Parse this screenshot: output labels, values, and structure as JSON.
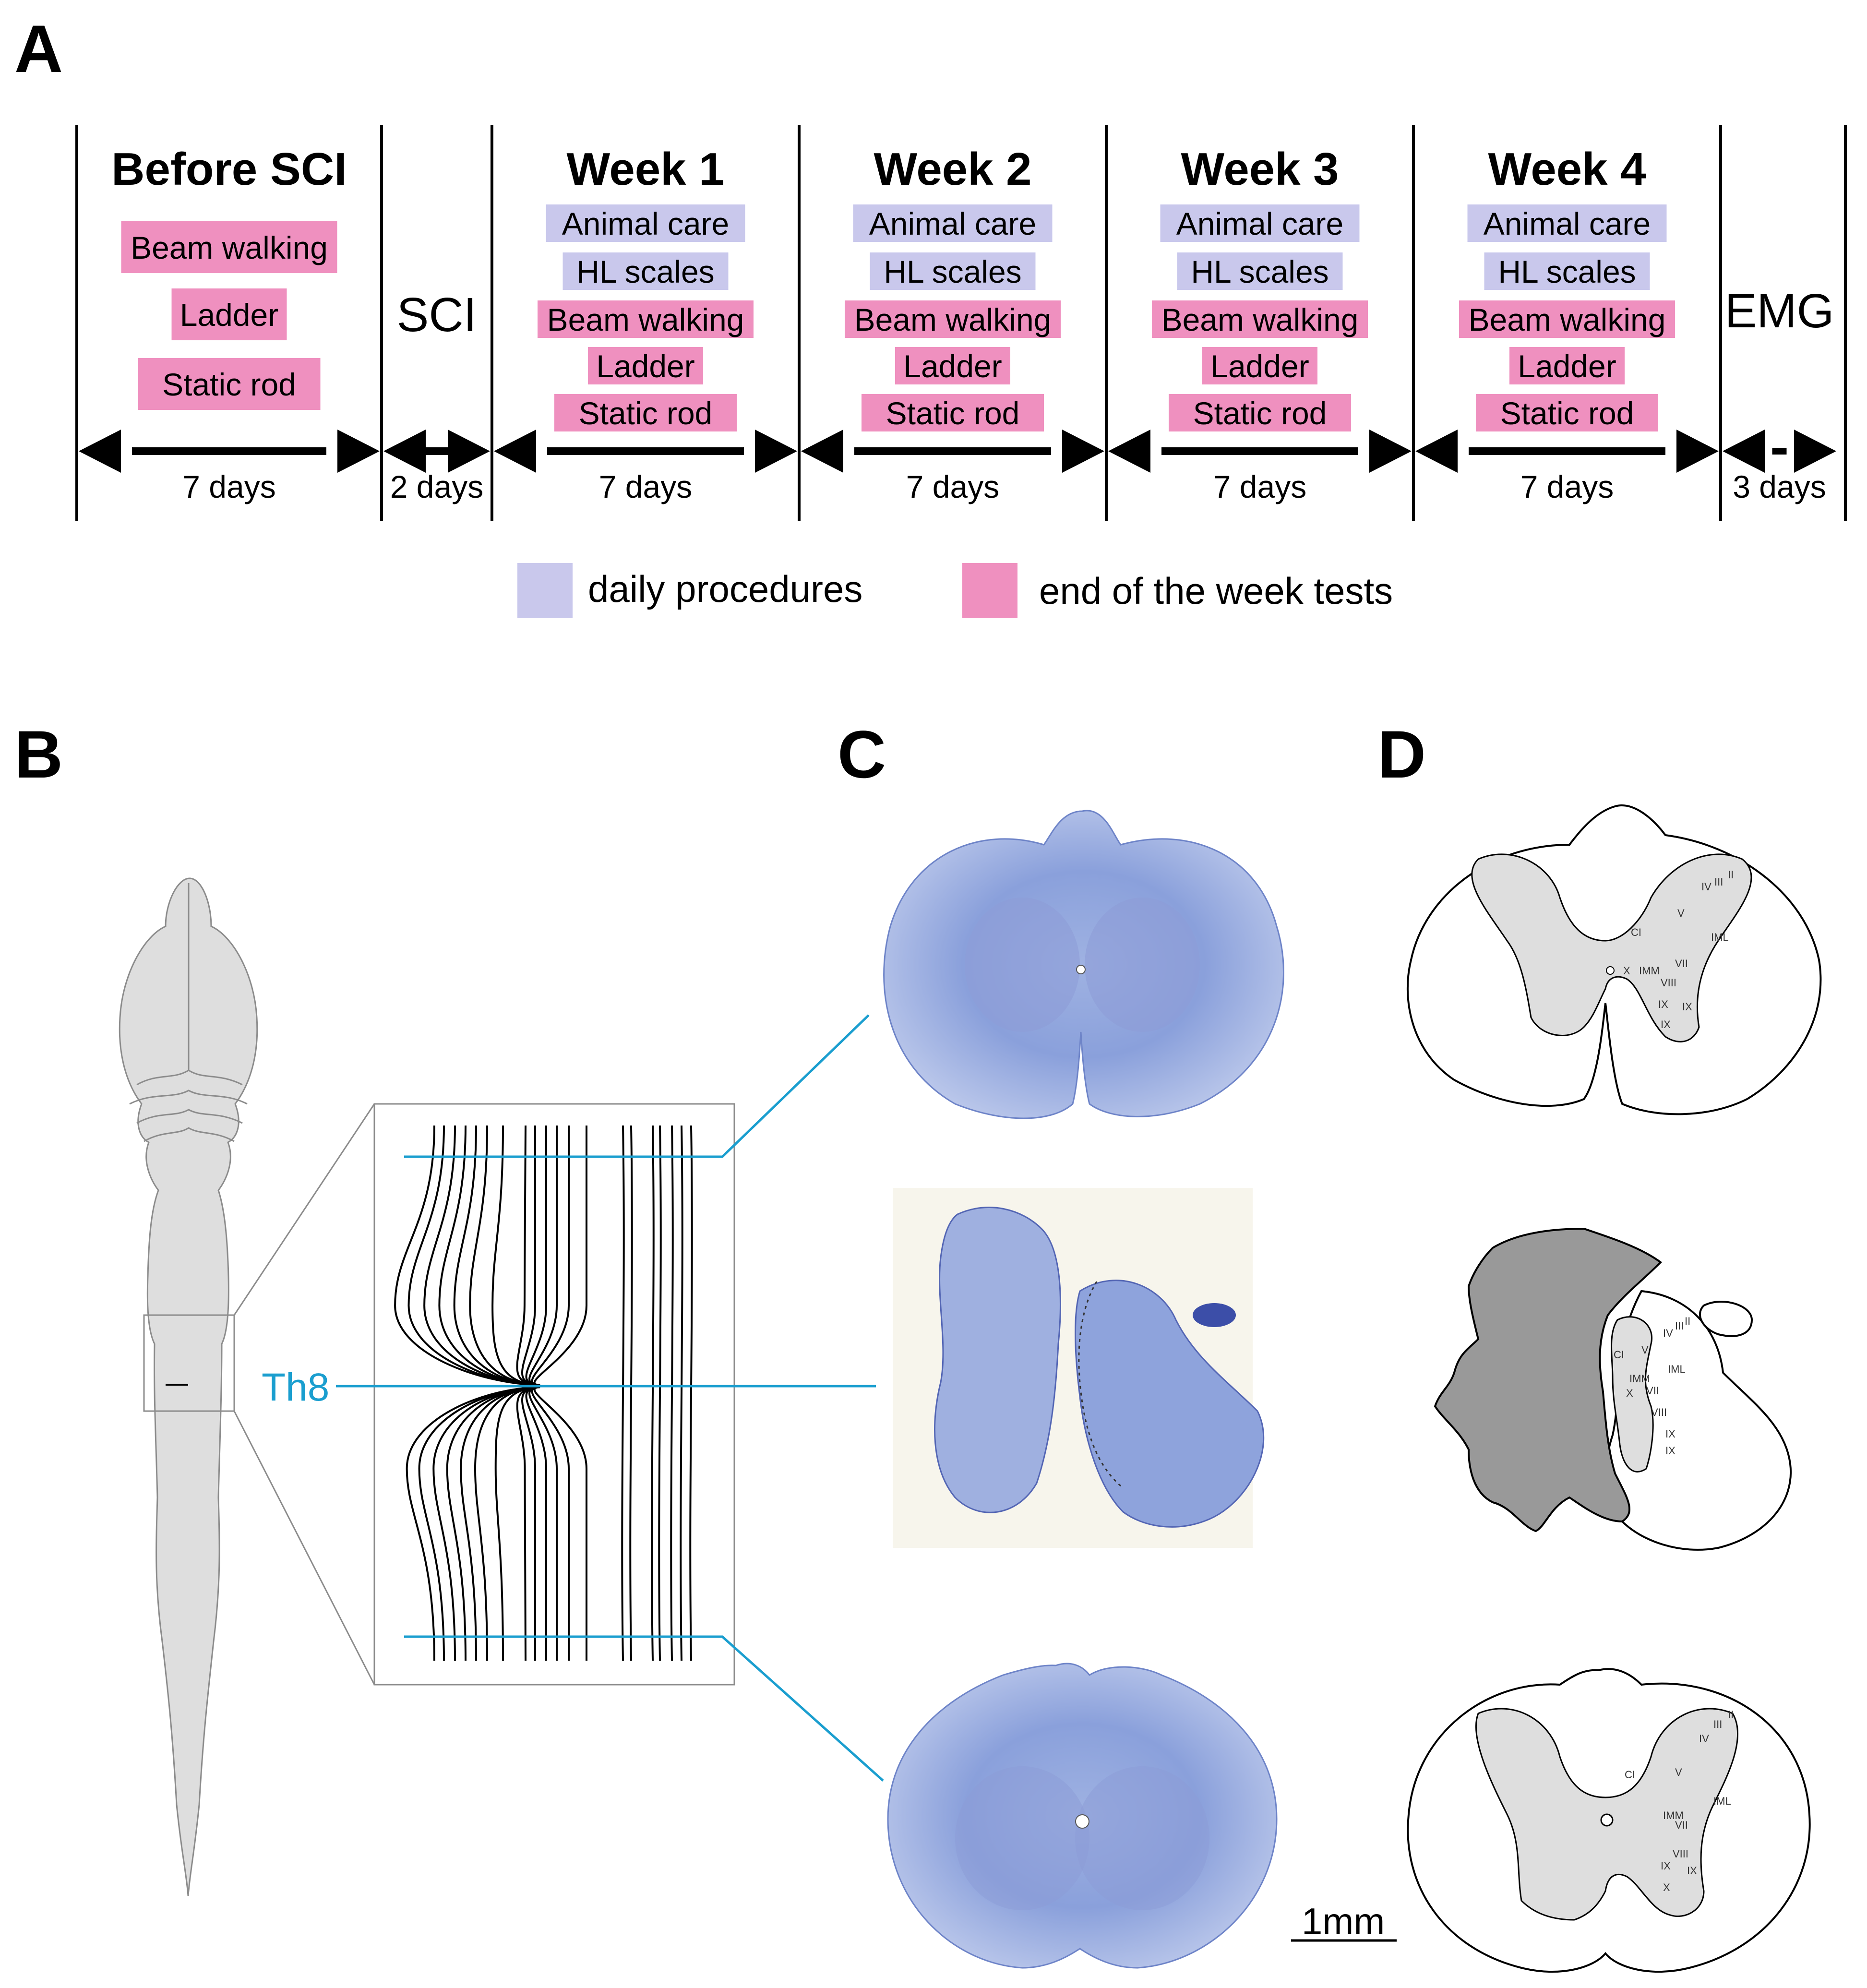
{
  "panels": {
    "a": "A",
    "b": "B",
    "c": "C",
    "d": "D"
  },
  "colors": {
    "daily": "#c9c8ec",
    "weekly": "#ef90bf",
    "marker": "#1a9ecf",
    "tissue": "#7b93d6",
    "grey_matter": "#dedede",
    "lesion": "#999999"
  },
  "timeline": {
    "columns": [
      {
        "header": "Before SCI",
        "items": [
          {
            "label": "Beam walking",
            "kind": "weekly"
          },
          {
            "label": "Ladder",
            "kind": "weekly"
          },
          {
            "label": "Static rod",
            "kind": "weekly"
          }
        ],
        "duration": "7 days"
      },
      {
        "header": "",
        "big_label": "SCI",
        "items": [],
        "duration": "2 days"
      },
      {
        "header": "Week 1",
        "items": [
          {
            "label": "Animal care",
            "kind": "daily"
          },
          {
            "label": "HL scales",
            "kind": "daily"
          },
          {
            "label": "Beam walking",
            "kind": "weekly"
          },
          {
            "label": "Ladder",
            "kind": "weekly"
          },
          {
            "label": "Static rod",
            "kind": "weekly"
          }
        ],
        "duration": "7 days"
      },
      {
        "header": "Week 2",
        "items": [
          {
            "label": "Animal care",
            "kind": "daily"
          },
          {
            "label": "HL scales",
            "kind": "daily"
          },
          {
            "label": "Beam walking",
            "kind": "weekly"
          },
          {
            "label": "Ladder",
            "kind": "weekly"
          },
          {
            "label": "Static rod",
            "kind": "weekly"
          }
        ],
        "duration": "7 days"
      },
      {
        "header": "Week 3",
        "items": [
          {
            "label": "Animal care",
            "kind": "daily"
          },
          {
            "label": "HL scales",
            "kind": "daily"
          },
          {
            "label": "Beam walking",
            "kind": "weekly"
          },
          {
            "label": "Ladder",
            "kind": "weekly"
          },
          {
            "label": "Static rod",
            "kind": "weekly"
          }
        ],
        "duration": "7 days"
      },
      {
        "header": "Week 4",
        "items": [
          {
            "label": "Animal care",
            "kind": "daily"
          },
          {
            "label": "HL scales",
            "kind": "daily"
          },
          {
            "label": "Beam walking",
            "kind": "weekly"
          },
          {
            "label": "Ladder",
            "kind": "weekly"
          },
          {
            "label": "Static rod",
            "kind": "weekly"
          }
        ],
        "duration": "7 days"
      },
      {
        "header": "",
        "big_label": "EMG",
        "items": [],
        "duration": "3 days"
      }
    ],
    "legend": [
      {
        "label": "daily procedures",
        "kind": "daily"
      },
      {
        "label": "end of the week tests",
        "kind": "weekly"
      }
    ]
  },
  "panel_b": {
    "level_label": "Th8"
  },
  "panel_c": {
    "scale_label": "1mm"
  },
  "panel_d": {
    "top_labels": [
      "II",
      "III",
      "IV",
      "V",
      "CI",
      "IML",
      "X",
      "IMM",
      "VII",
      "VIII",
      "IX",
      "IX",
      "IX"
    ],
    "middle_labels": [
      "II",
      "III",
      "IV",
      "CI",
      "V",
      "IML",
      "IMM",
      "X",
      "VII",
      "VIII",
      "IX",
      "IX"
    ],
    "bottom_labels": [
      "II",
      "III",
      "IV",
      "CI",
      "V",
      "IML",
      "IMM",
      "VII",
      "VIII",
      "IX",
      "IX",
      "X"
    ]
  }
}
